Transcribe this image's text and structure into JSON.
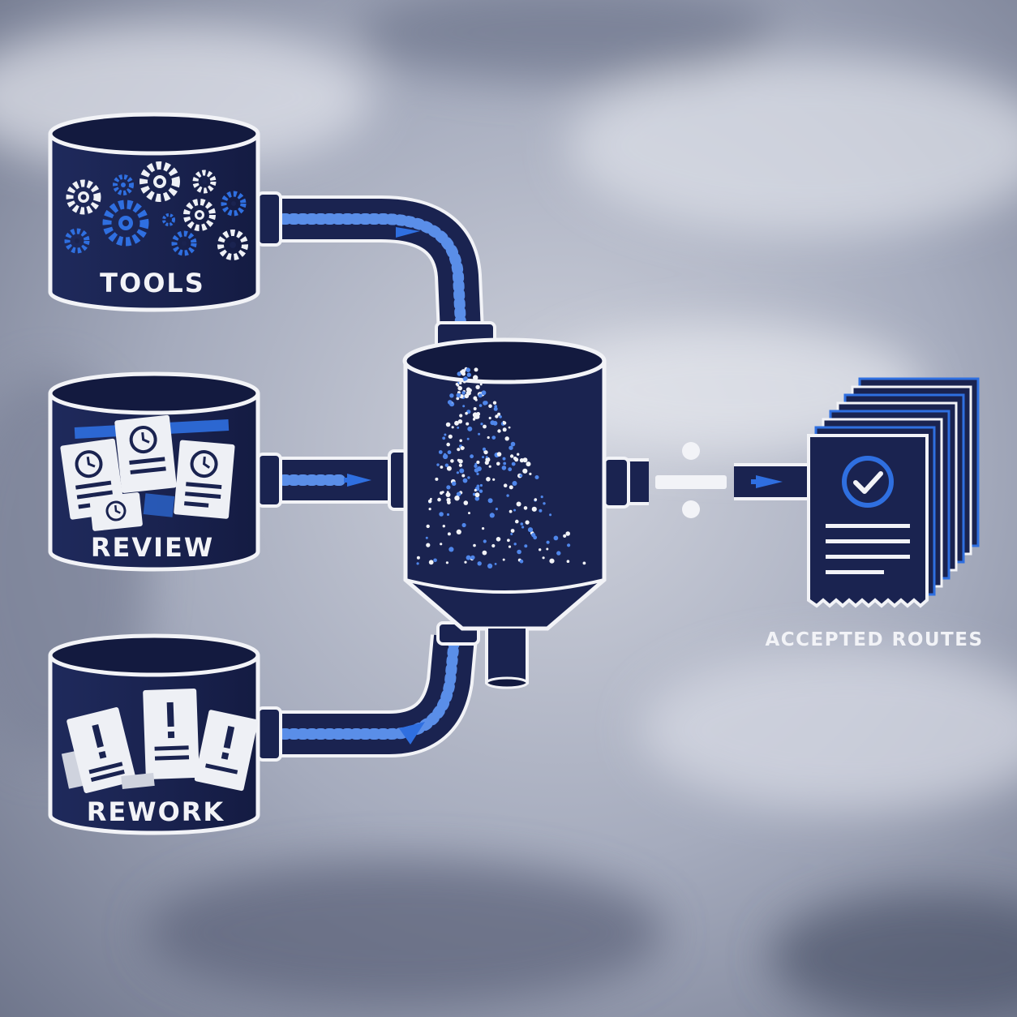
{
  "colors": {
    "background_light": "#c9ccd6",
    "background_mid": "#8e94a9",
    "background_dark": "#5a6178",
    "navy": "#1a2350",
    "navy_deep": "#131a3f",
    "accent_blue": "#2f6fe0",
    "white": "#f2f3f7",
    "label_on_background": "#f2f3f7"
  },
  "sources": [
    {
      "id": "tools",
      "label": "TOOLS",
      "icon": "gears-icon"
    },
    {
      "id": "review",
      "label": "REVIEW",
      "icon": "clock-documents-icon"
    },
    {
      "id": "rework",
      "label": "REWORK",
      "icon": "warning-documents-icon"
    }
  ],
  "hopper": {
    "icon": "filter-hopper-icon"
  },
  "operator": {
    "icon": "division-sign-icon"
  },
  "output": {
    "label": "ACCEPTED ROUTES",
    "icon": "checked-document-stack-icon"
  }
}
